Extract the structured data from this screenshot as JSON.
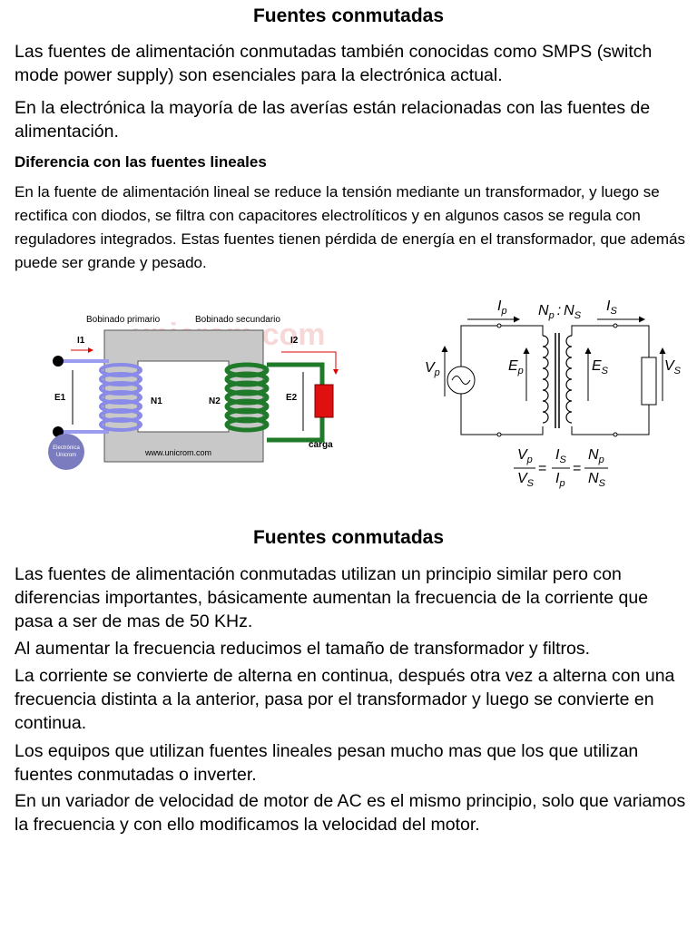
{
  "section1": {
    "title": "Fuentes conmutadas",
    "p1": "Las fuentes de alimentación conmutadas también conocidas como SMPS (switch mode power supply) son esenciales para la electrónica actual.",
    "p2": "En la electrónica la mayoría de las averías están relacionadas con las fuentes de alimentación.",
    "subheading": "Diferencia con las fuentes lineales",
    "p3": "En la fuente de alimentación lineal se reduce la tensión mediante un transformador, y luego se rectifica con diodos, se filtra con capacitores electrolíticos y en algunos casos se regula con reguladores integrados. Estas fuentes tienen pérdida de energía en el transformador, que además puede ser grande y pesado."
  },
  "figure_left": {
    "watermark": "unicrom.com",
    "label_primary": "Bobinado primario",
    "label_secondary": "Bobinado secundario",
    "i1": "I1",
    "i2": "I2",
    "e1": "E1",
    "e2": "E2",
    "n1": "N1",
    "n2": "N2",
    "website": "www.unicrom.com",
    "load": "carga",
    "logo_line1": "Electrónica",
    "logo_line2": "Unicrom"
  },
  "figure_right": {
    "ip": "I",
    "ip_sub": "p",
    "is": "I",
    "is_sub": "S",
    "np": "N",
    "np_sub": "p",
    "colon": ":",
    "ns": "N",
    "ns_sub": "S",
    "vp": "V",
    "vp_sub": "p",
    "vs": "V",
    "vs_sub": "S",
    "ep": "E",
    "ep_sub": "p",
    "es": "E",
    "es_sub": "S"
  },
  "section2": {
    "title": "Fuentes conmutadas",
    "p1": "Las fuentes de alimentación conmutadas utilizan un principio similar pero con diferencias importantes, básicamente aumentan la frecuencia de la corriente que pasa a ser de mas de 50 KHz.",
    "p2": "Al aumentar la frecuencia reducimos el tamaño de transformador y filtros.",
    "p3": "La corriente se convierte de alterna en continua, después otra vez a alterna con una frecuencia distinta a la anterior, pasa por el transformador y luego se convierte en continua.",
    "p4": "Los equipos que utilizan fuentes lineales pesan mucho mas que los que utilizan fuentes conmutadas o inverter.",
    "p5": "En un variador de velocidad de motor de AC es el mismo principio, solo que variamos la frecuencia y con ello modificamos la velocidad del motor."
  },
  "colors": {
    "primary_coil": "#9b9bf0",
    "secondary_coil": "#1f7a2a",
    "load": "#e01010",
    "core": "#c8c8c8"
  }
}
